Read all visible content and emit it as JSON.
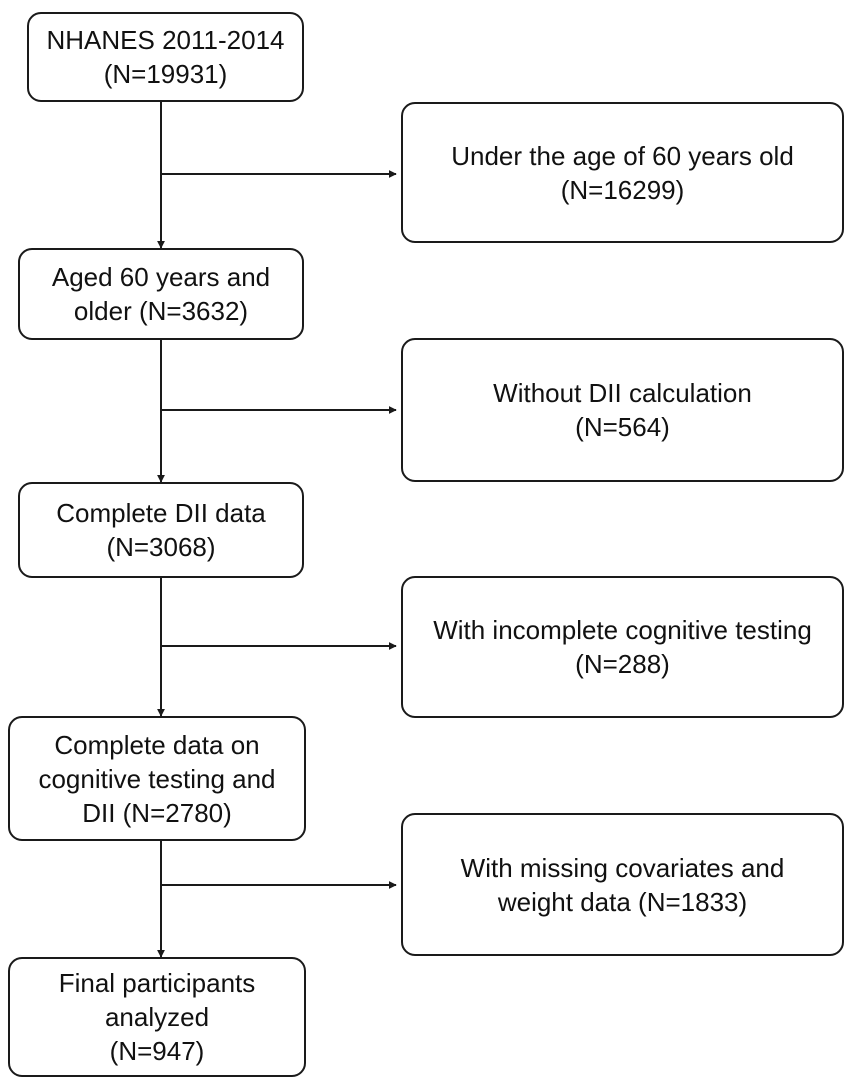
{
  "flowchart": {
    "main_steps": [
      {
        "lines": [
          "NHANES 2011-2014",
          "(N=19931)"
        ]
      },
      {
        "lines": [
          "Aged 60 years and",
          "older (N=3632)"
        ]
      },
      {
        "lines": [
          "Complete DII data",
          "(N=3068)"
        ]
      },
      {
        "lines": [
          "Complete data on",
          "cognitive testing and",
          "DII (N=2780)"
        ]
      },
      {
        "lines": [
          "Final participants",
          "analyzed",
          "(N=947)"
        ]
      }
    ],
    "exclusions": [
      {
        "lines": [
          "Under the age of 60 years old",
          "(N=16299)"
        ]
      },
      {
        "lines": [
          "Without DII calculation",
          "(N=564)"
        ]
      },
      {
        "lines": [
          "With incomplete cognitive testing",
          "(N=288)"
        ]
      },
      {
        "lines": [
          "With missing covariates and",
          "weight data (N=1833)"
        ]
      }
    ],
    "colors": {
      "line": "#1a1a1a",
      "background": "#ffffff"
    }
  }
}
